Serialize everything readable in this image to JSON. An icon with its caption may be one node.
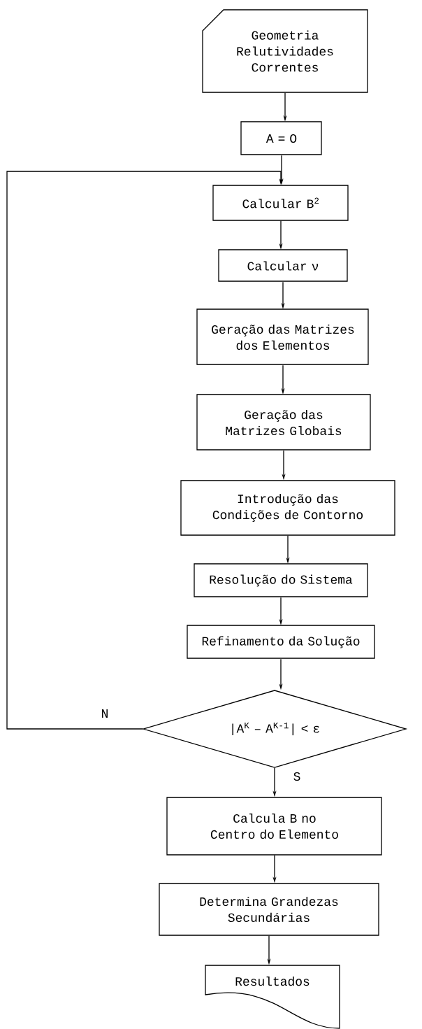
{
  "diagram": {
    "nodes": [
      {
        "text": [
          "Geometria Relutividades Correntes"
        ]
      },
      {
        "text": [
          "A = O"
        ]
      },
      {
        "text": [
          "Calcular B$^{2}$"
        ]
      },
      {
        "text": [
          "Calcular ν"
        ]
      },
      {
        "text": [
          "Geração das Matrizes dos Elementos"
        ]
      },
      {
        "text": [
          "Geração das Matrizes Globais"
        ]
      },
      {
        "text": [
          "Introdução das Condições de Contorno"
        ]
      },
      {
        "text": [
          "Resolução do Sistema"
        ]
      },
      {
        "text": [
          "Refinamento da Solução"
        ]
      },
      {
        "text": [
          "|A$^{K}$ – A$^{K-1}$| < ε"
        ]
      },
      {
        "text": [
          "Calcula B no Centro do Elemento"
        ]
      },
      {
        "text": [
          "Determina Grandezas Secundárias"
        ]
      },
      {
        "text": [
          "Resultados"
        ]
      }
    ],
    "edges": [
      {
        "from": 0,
        "to": 1,
        "arrow": "to"
      },
      {
        "from": 1,
        "to": 2,
        "arrow": "to"
      },
      {
        "from": 2,
        "to": 3,
        "arrow": "to"
      },
      {
        "from": 3,
        "to": 4,
        "arrow": "to"
      },
      {
        "from": 4,
        "to": 5,
        "arrow": "to"
      },
      {
        "from": 5,
        "to": 6,
        "arrow": "to"
      },
      {
        "from": 6,
        "to": 7,
        "arrow": "to"
      },
      {
        "from": 7,
        "to": 8,
        "arrow": "to"
      },
      {
        "from": 8,
        "to": 9,
        "arrow": "to"
      },
      {
        "from": 9,
        "to": 2,
        "arrow": "to",
        "label": "N"
      },
      {
        "from": 9,
        "to": 10,
        "arrow": "to",
        "label": "S"
      },
      {
        "from": 10,
        "to": 11,
        "arrow": "to"
      },
      {
        "from": 11,
        "to": 12,
        "arrow": "to"
      }
    ]
  }
}
